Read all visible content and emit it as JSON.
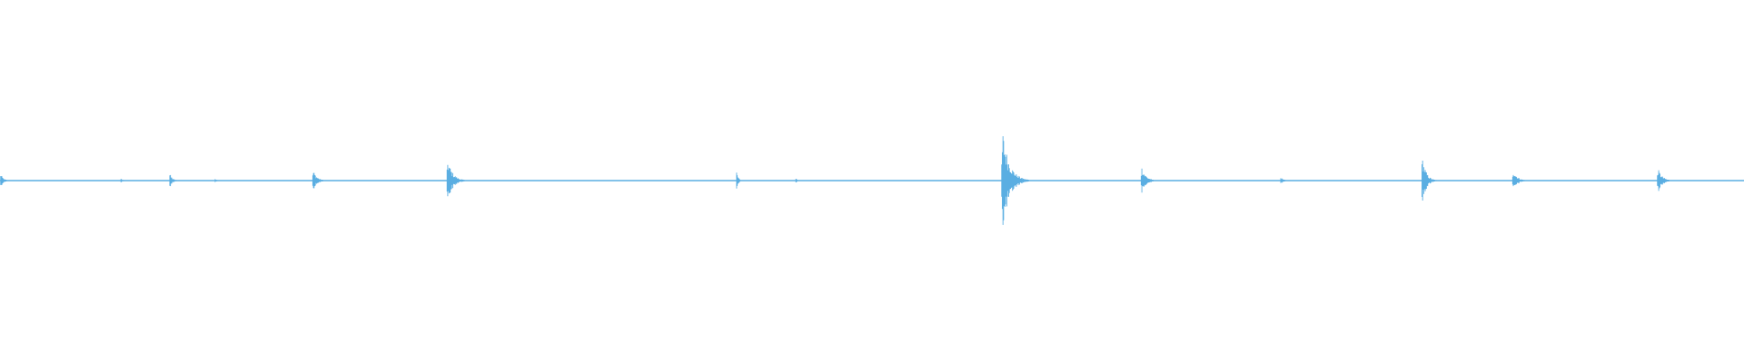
{
  "waveform": {
    "color": "#5aaee2",
    "background": "#ffffff",
    "bursts": [
      {
        "position": 0.0,
        "amplitude": 0.04,
        "duration": 0.006
      },
      {
        "position": 0.069,
        "amplitude": 0.01,
        "duration": 0.006
      },
      {
        "position": 0.097,
        "amplitude": 0.04,
        "duration": 0.006
      },
      {
        "position": 0.123,
        "amplitude": 0.01,
        "duration": 0.006
      },
      {
        "position": 0.179,
        "amplitude": 0.06,
        "duration": 0.009
      },
      {
        "position": 0.256,
        "amplitude": 0.12,
        "duration": 0.012
      },
      {
        "position": 0.422,
        "amplitude": 0.06,
        "duration": 0.004
      },
      {
        "position": 0.456,
        "amplitude": 0.02,
        "duration": 0.003
      },
      {
        "position": 0.574,
        "amplitude": 0.28,
        "duration": 0.016
      },
      {
        "position": 0.654,
        "amplitude": 0.08,
        "duration": 0.01
      },
      {
        "position": 0.734,
        "amplitude": 0.02,
        "duration": 0.006
      },
      {
        "position": 0.815,
        "amplitude": 0.14,
        "duration": 0.009
      },
      {
        "position": 0.867,
        "amplitude": 0.06,
        "duration": 0.01
      },
      {
        "position": 0.95,
        "amplitude": 0.07,
        "duration": 0.01
      }
    ]
  }
}
